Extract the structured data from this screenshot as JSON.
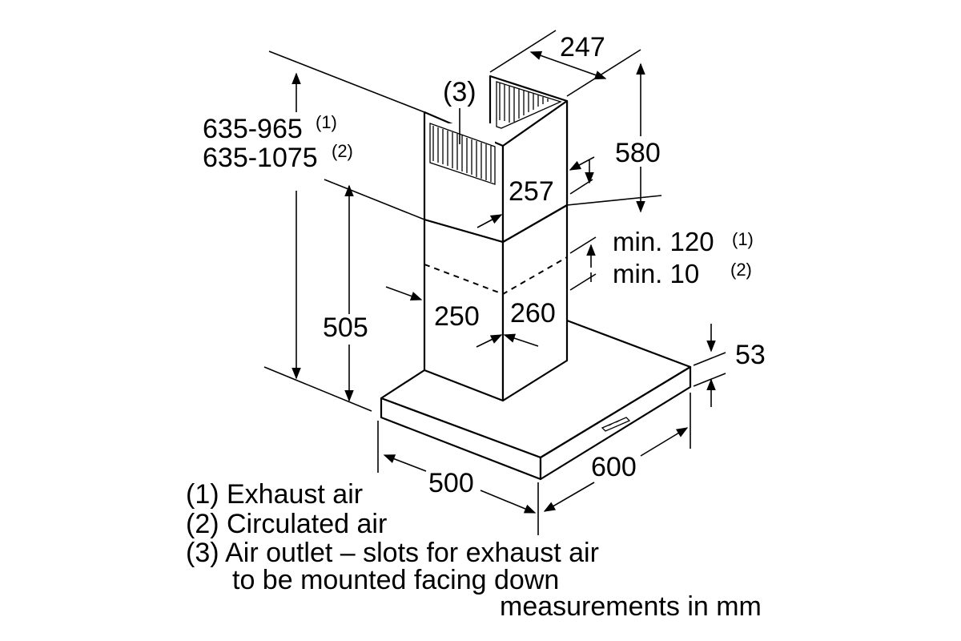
{
  "dimensions": {
    "height_total_1": "635-965",
    "height_total_1_note": "(1)",
    "height_total_2": "635-1075",
    "height_total_2_note": "(2)",
    "air_outlet_marker": "(3)",
    "chimney_depth": "247",
    "upper_chimney_height": "580",
    "chimney_offset": "257",
    "min_gap_1": "min. 120",
    "min_gap_1_note": "(1)",
    "min_gap_2": "min. 10",
    "min_gap_2_note": "(2)",
    "lower_height": "505",
    "chimney_width": "250",
    "chimney_depth_lower": "260",
    "canopy_thickness": "53",
    "canopy_depth": "500",
    "canopy_width": "600"
  },
  "legend": {
    "item1": "(1) Exhaust air",
    "item2": "(2) Circulated air",
    "item3_line1": "(3) Air outlet – slots for exhaust air",
    "item3_line2": "to be mounted facing down"
  },
  "units_note": "measurements in mm"
}
